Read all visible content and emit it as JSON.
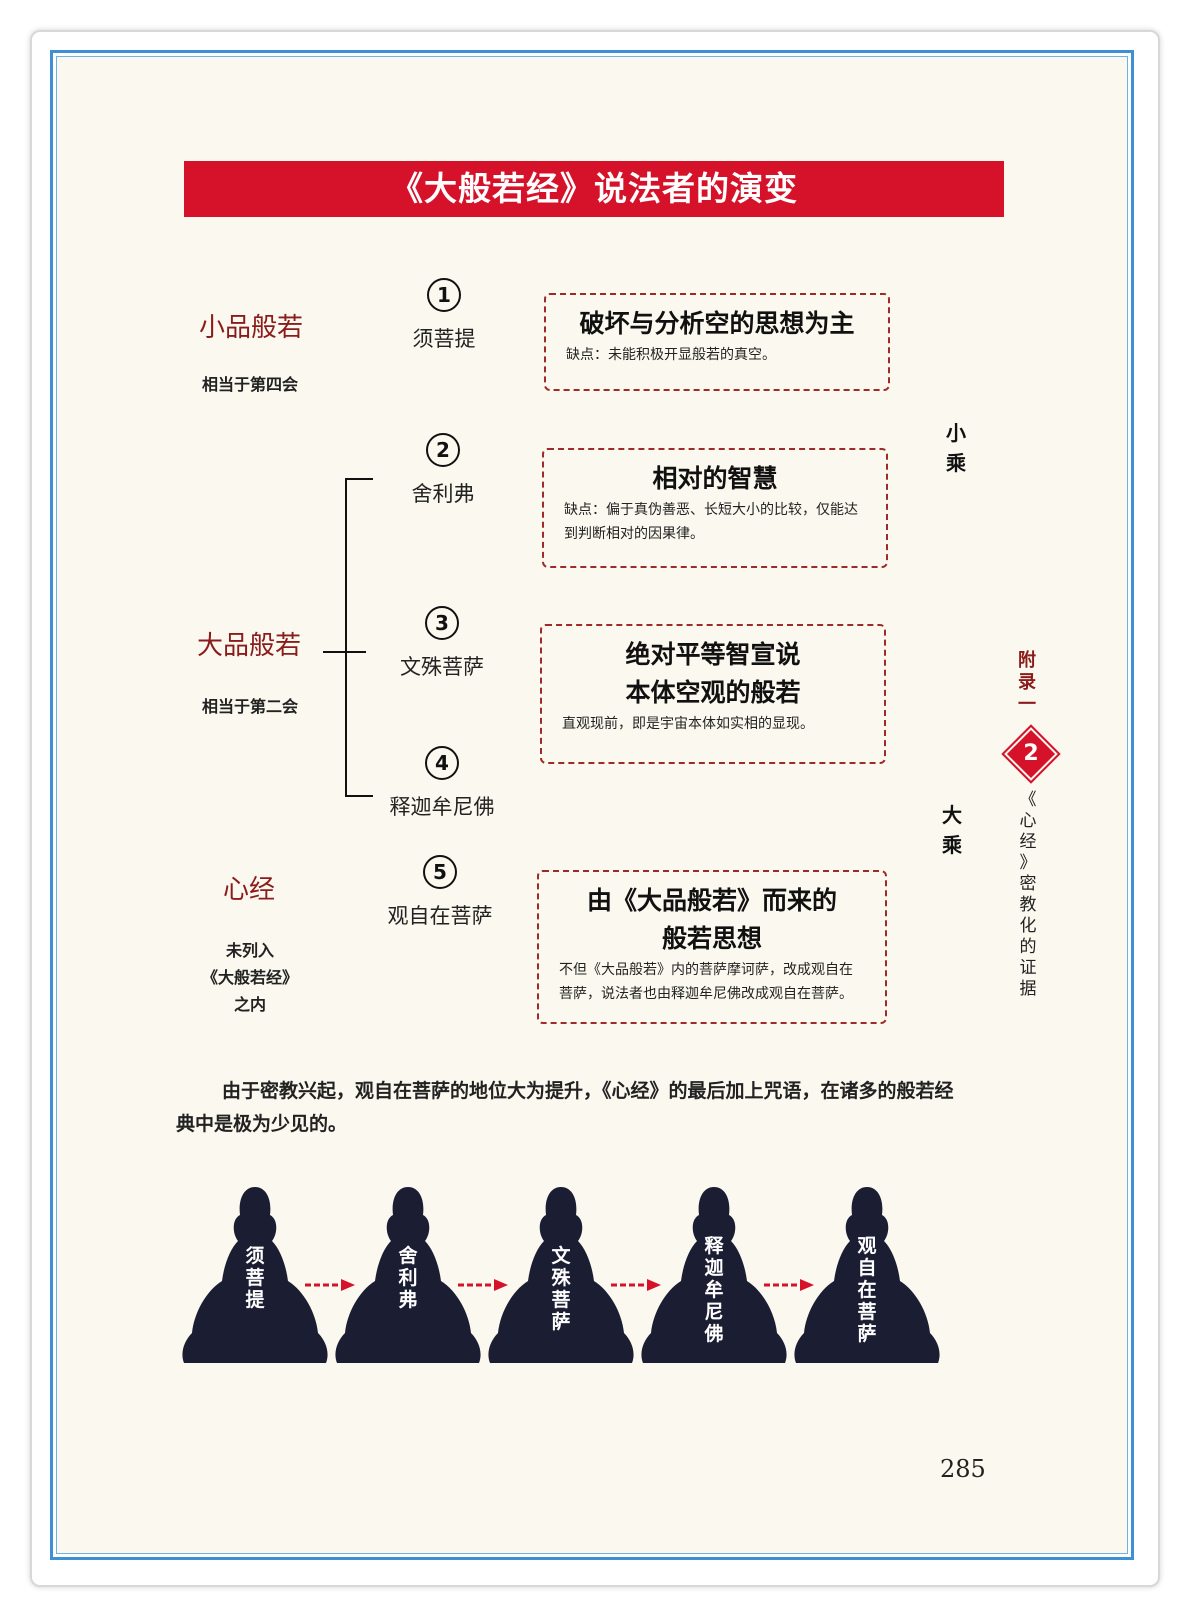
{
  "title": "《大般若经》说法者的演变",
  "left_column": {
    "xiaopin": {
      "name": "小品般若",
      "note": "相当于第四会"
    },
    "dapin": {
      "name": "大品般若",
      "note": "相当于第二会"
    },
    "xinjing": {
      "name": "心经",
      "note_lines": [
        "未列入",
        "《大般若经》",
        "之内"
      ]
    }
  },
  "speakers": [
    {
      "num": "1",
      "name": "须菩提"
    },
    {
      "num": "2",
      "name": "舍利弗"
    },
    {
      "num": "3",
      "name": "文殊菩萨"
    },
    {
      "num": "4",
      "name": "释迦牟尼佛"
    },
    {
      "num": "5",
      "name": "观自在菩萨"
    }
  ],
  "boxes": [
    {
      "head": "破坏与分析空的思想为主",
      "note": "缺点：未能积极开显般若的真空。"
    },
    {
      "head": "相对的智慧",
      "note": "缺点：偏于真伪善恶、长短大小的比较，仅能达到判断相对的因果律。"
    },
    {
      "head_lines": [
        "绝对平等智宣说",
        "本体空观的般若"
      ],
      "note": "直观现前，即是宇宙本体如实相的显现。"
    },
    {
      "head_lines": [
        "由《大品般若》而来的",
        "般若思想"
      ],
      "note": "不但《大品般若》内的菩萨摩诃萨，改成观自在菩萨，说法者也由释迦牟尼佛改成观自在菩萨。"
    }
  ],
  "vehicle": {
    "small": [
      "小",
      "乘"
    ],
    "great": [
      "大",
      "乘"
    ]
  },
  "side_tab": {
    "appendix": [
      "附",
      "录",
      "一"
    ],
    "number": "2",
    "chapter": [
      "《",
      "心",
      "经",
      "》",
      "密",
      "教",
      "化",
      "的",
      "证",
      "据"
    ]
  },
  "body_text": "由于密教兴起，观自在菩萨的地位大为提升，《心经》的最后加上咒语，在诸多的般若经典中是极为少见的。",
  "figures": [
    {
      "label": [
        "须",
        "菩",
        "提"
      ]
    },
    {
      "label": [
        "舍",
        "利",
        "弗"
      ]
    },
    {
      "label": [
        "文",
        "殊",
        "菩",
        "萨"
      ]
    },
    {
      "label": [
        "释",
        "迦",
        "牟",
        "尼",
        "佛"
      ]
    },
    {
      "label": [
        "观",
        "自",
        "在",
        "菩",
        "萨"
      ]
    }
  ],
  "page_number": "285",
  "colors": {
    "title_bg": "#d6112a",
    "frame_blue": "#3d8fd6",
    "label_red": "#8a1c1c",
    "figure_fill": "#1b1d33",
    "arrow": "#d6112a"
  }
}
